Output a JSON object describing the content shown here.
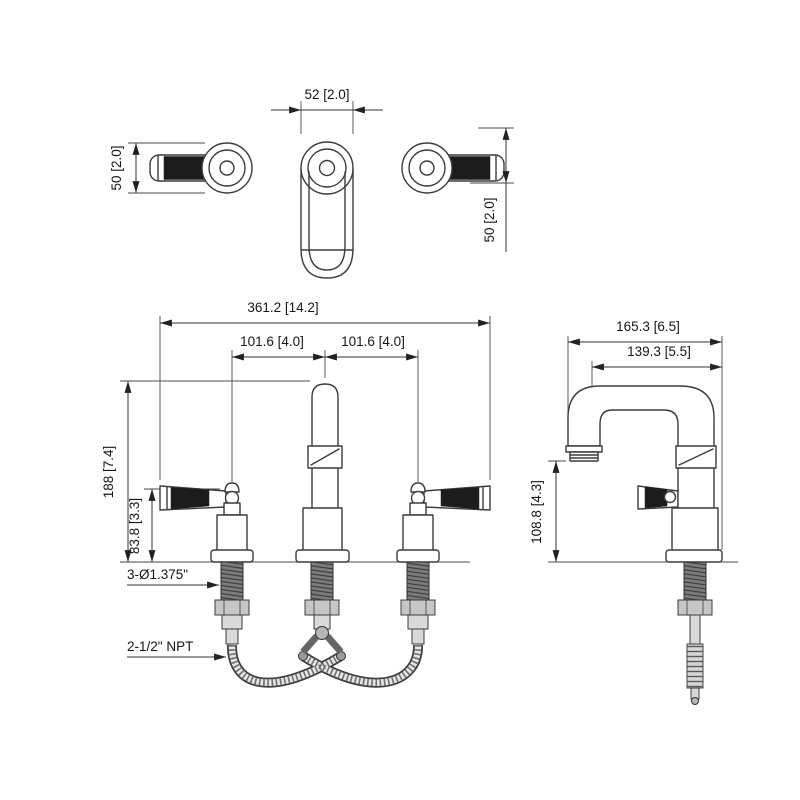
{
  "drawing": {
    "top_view": {
      "spout_width": "52 [2.0]",
      "handle_diameter": "50 [2.0]",
      "handle_depth": "50 [2.0]"
    },
    "front_view": {
      "overall_width": "361.2 [14.2]",
      "spread_left": "101.6 [4.0]",
      "spread_right": "101.6 [4.0]",
      "overall_height": "188 [7.4]",
      "handle_height": "83.8 [3.3]",
      "hole_note": "3-Ø1.375\"",
      "connection_note": "2-1/2\" NPT"
    },
    "side_view": {
      "overall_depth": "165.3 [6.5]",
      "spout_reach": "139.3 [5.5]",
      "spout_height": "108.8 [4.3]"
    }
  }
}
